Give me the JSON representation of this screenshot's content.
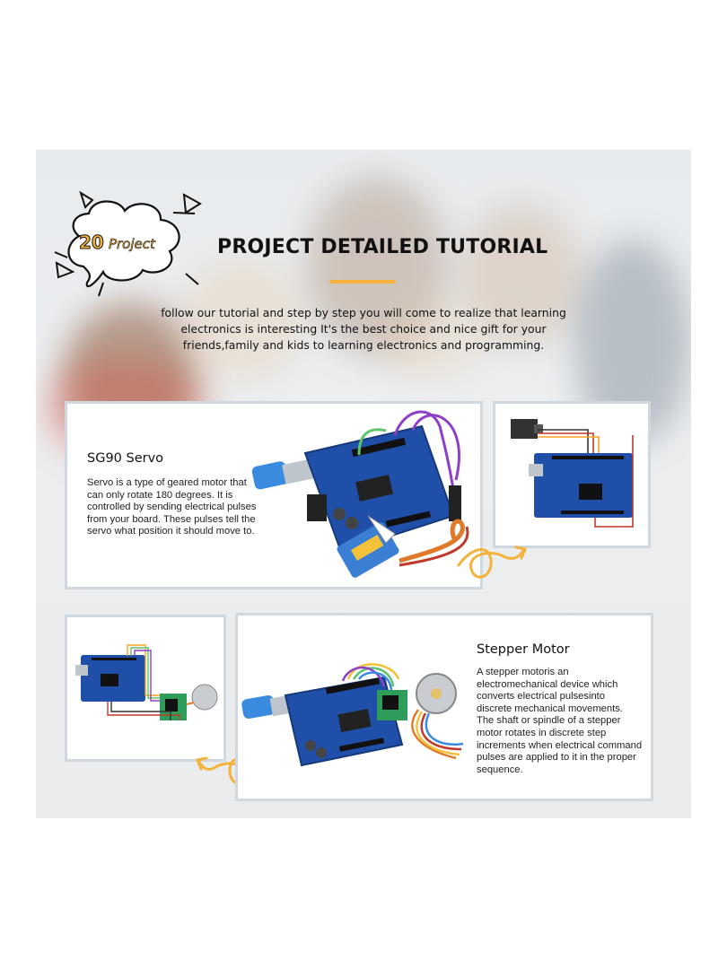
{
  "header": {
    "badge_number": "20",
    "badge_word": "Project",
    "title": "PROJECT DETAILED TUTORIAL",
    "intro": "follow our tutorial and step by step you will come to realize that learning electronics is interesting It's the best choice and nice gift for your friends,family and kids to learning electronics and programming."
  },
  "servo": {
    "title": "SG90 Servo",
    "description": "Servo is a type of geared motor that can only rotate 180 degrees. It is controlled by sending electrical pulses from your board. These pulses tell the servo what position it should move to."
  },
  "stepper": {
    "title": "Stepper Motor",
    "description": "A stepper motoris an electromechanical device which converts electrical pulsesinto discrete mechanical movements. The shaft or spindle of a stepper motor rotates in discrete step increments when electrical command pulses are applied to it in the proper sequence."
  },
  "colors": {
    "accent_yellow": "#f4b23a",
    "board_blue": "#1f4fa8",
    "card_border": "#cfd8de"
  }
}
